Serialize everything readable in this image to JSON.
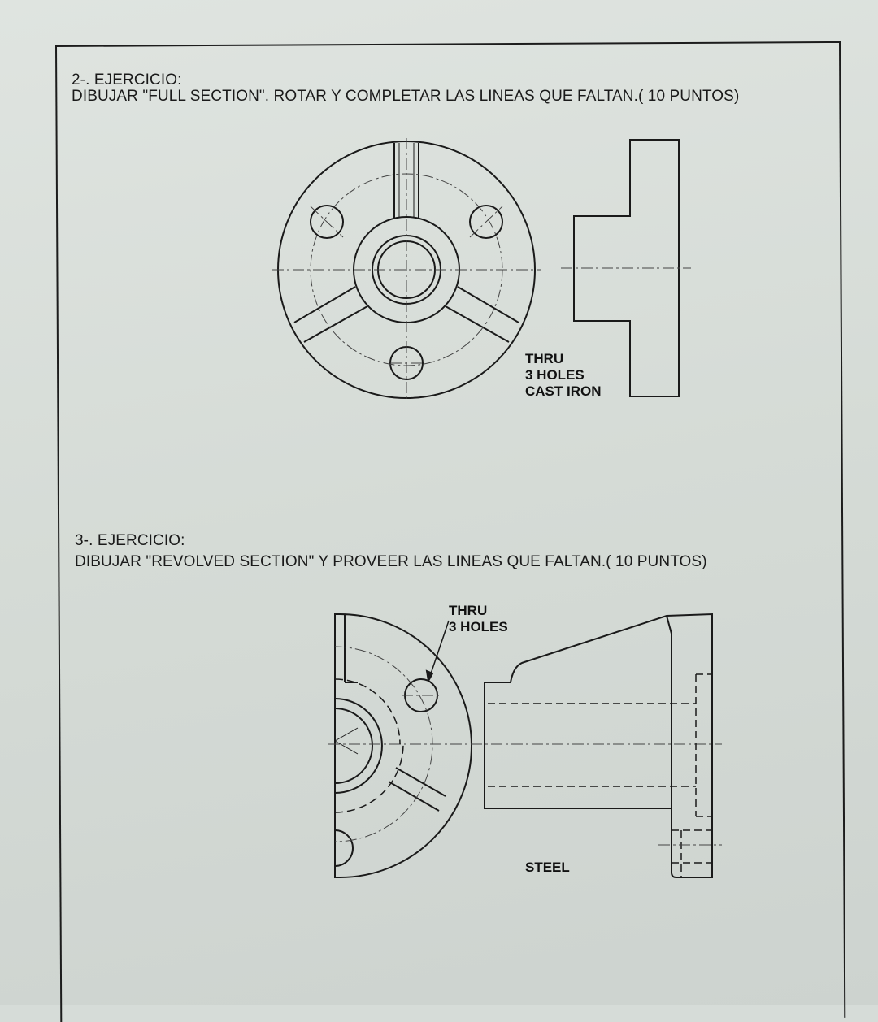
{
  "exercise2": {
    "number": "2-. EJERCICIO:",
    "instruction": "DIBUJAR \"FULL SECTION\". ROTAR Y COMPLETAR LAS LINEAS QUE FALTAN.( 10 PUNTOS)",
    "notes": [
      "THRU",
      "3 HOLES",
      "CAST IRON"
    ]
  },
  "exercise3": {
    "number": "3-. EJERCICIO:",
    "instruction": "DIBUJAR \"REVOLVED SECTION\" Y PROVEER LAS LINEAS QUE FALTAN.( 10 PUNTOS)",
    "callout": [
      "THRU",
      "3 HOLES"
    ],
    "material": "STEEL"
  }
}
